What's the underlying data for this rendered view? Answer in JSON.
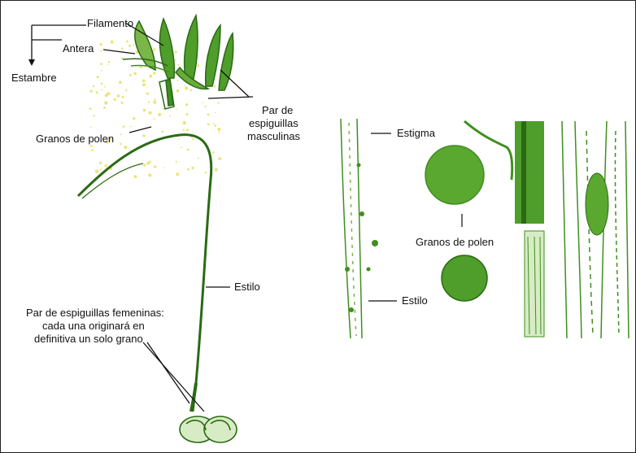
{
  "colors": {
    "plant": "#3f8f1e",
    "plant_dark": "#2a6a14",
    "plant_light": "#8fc45c",
    "pollen": "#e8e67a",
    "grain": "#5aa830",
    "leader": "#111111"
  },
  "left_panel": {
    "filamento": "Filamento",
    "antera": "Antera",
    "estambre": "Estambre",
    "granos_de_polen": "Granos de polen",
    "par_masc_1": "Par de",
    "par_masc_2": "espiguillas",
    "par_masc_3": "masculinas",
    "estilo": "Estilo",
    "fem_1": "Par de espiguillas femeninas:",
    "fem_2": "cada una originará en",
    "fem_3": "definitiva un solo grano"
  },
  "right_panel": {
    "estigma": "Estigma",
    "granos_de_polen": "Granos de polen",
    "estilo": "Estilo"
  }
}
